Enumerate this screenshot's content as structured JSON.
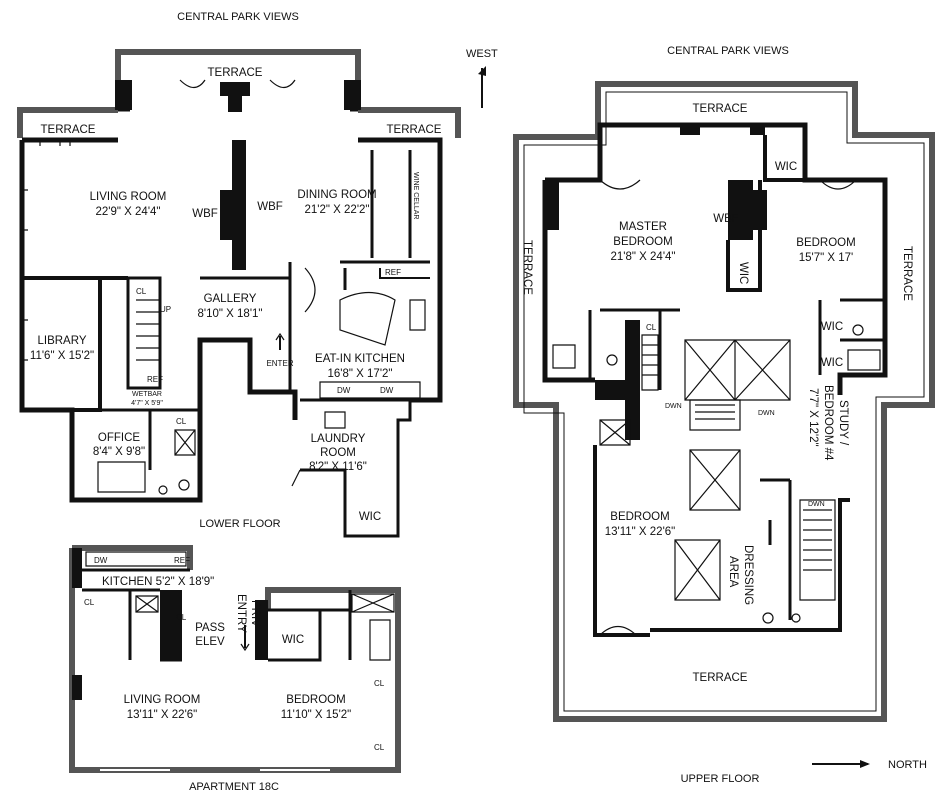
{
  "headings": {
    "lower_views": "CENTRAL PARK VIEWS",
    "upper_views": "CENTRAL PARK VIEWS",
    "west": "WEST",
    "north": "NORTH",
    "lower_floor": "LOWER FLOOR",
    "upper_floor": "UPPER FLOOR",
    "apartment": "APARTMENT 18C"
  },
  "lower": {
    "terrace_top": "TERRACE",
    "terrace_left": "TERRACE",
    "terrace_right": "TERRACE",
    "living_name": "LIVING ROOM",
    "living_dim": "22'9\" X 24'4\"",
    "wbf1": "WBF",
    "wbf2": "WBF",
    "dining_name": "DINING ROOM",
    "dining_dim": "21'2\" X 22'2\"",
    "wine": "WINE CELLAR",
    "ref": "REF",
    "gallery_name": "GALLERY",
    "gallery_dim": "8'10\" X 18'1\"",
    "library_name": "LIBRARY",
    "library_dim": "11'6\" X 15'2\"",
    "cl": "CL",
    "up": "UP",
    "ref2": "REF",
    "wetbar": "WETBAR",
    "wetbar_dim": "4'7\" X 5'9\"",
    "enter": "ENTER",
    "kitchen_name": "EAT-IN KITCHEN",
    "kitchen_dim": "16'8\" X 17'2\"",
    "dw1": "DW",
    "dw2": "DW",
    "office_name": "OFFICE",
    "office_dim": "8'4\" X 9'8\"",
    "cl2": "CL",
    "laundry_name": "LAUNDRY",
    "laundry_name2": "ROOM",
    "laundry_dim": "8'2\" X 11'6\"",
    "wic": "WIC"
  },
  "apt": {
    "dw": "DW",
    "ref": "REF",
    "kitchen": "KITCHEN 5'2\" X 18'9\"",
    "cl1": "CL",
    "cl2": "CL",
    "pass1": "PASS",
    "pass2": "ELEV",
    "priv": "PRIV",
    "entry": "ENTRY",
    "wic": "WIC",
    "living_name": "LIVING ROOM",
    "living_dim": "13'11\" X 22'6\"",
    "bed_name": "BEDROOM",
    "bed_dim": "11'10\" X 15'2\"",
    "cl3": "CL",
    "cl4": "CL"
  },
  "upper": {
    "terrace_top": "TERRACE",
    "terrace_left": "TERRACE",
    "terrace_right": "TERRACE",
    "terrace_bottom": "TERRACE",
    "master1": "MASTER",
    "master2": "BEDROOM",
    "master_dim": "21'8\" X 24'4\"",
    "wbf": "WBF",
    "wic1": "WIC",
    "wic2": "WIC",
    "wic3": "WIC",
    "wic4": "WIC",
    "bed1_name": "BEDROOM",
    "bed1_dim": "15'7\" X 17'",
    "cl": "CL",
    "dn1": "DWN",
    "dn2": "DWN",
    "dn3": "DWN",
    "study1": "STUDY /",
    "study2": "BEDROOM #4",
    "study_dim": "7'7\" X 12'2\"",
    "bed2_name": "BEDROOM",
    "bed2_dim": "13'11\" X 22'6\"",
    "dress1": "DRESSING",
    "dress2": "AREA"
  }
}
